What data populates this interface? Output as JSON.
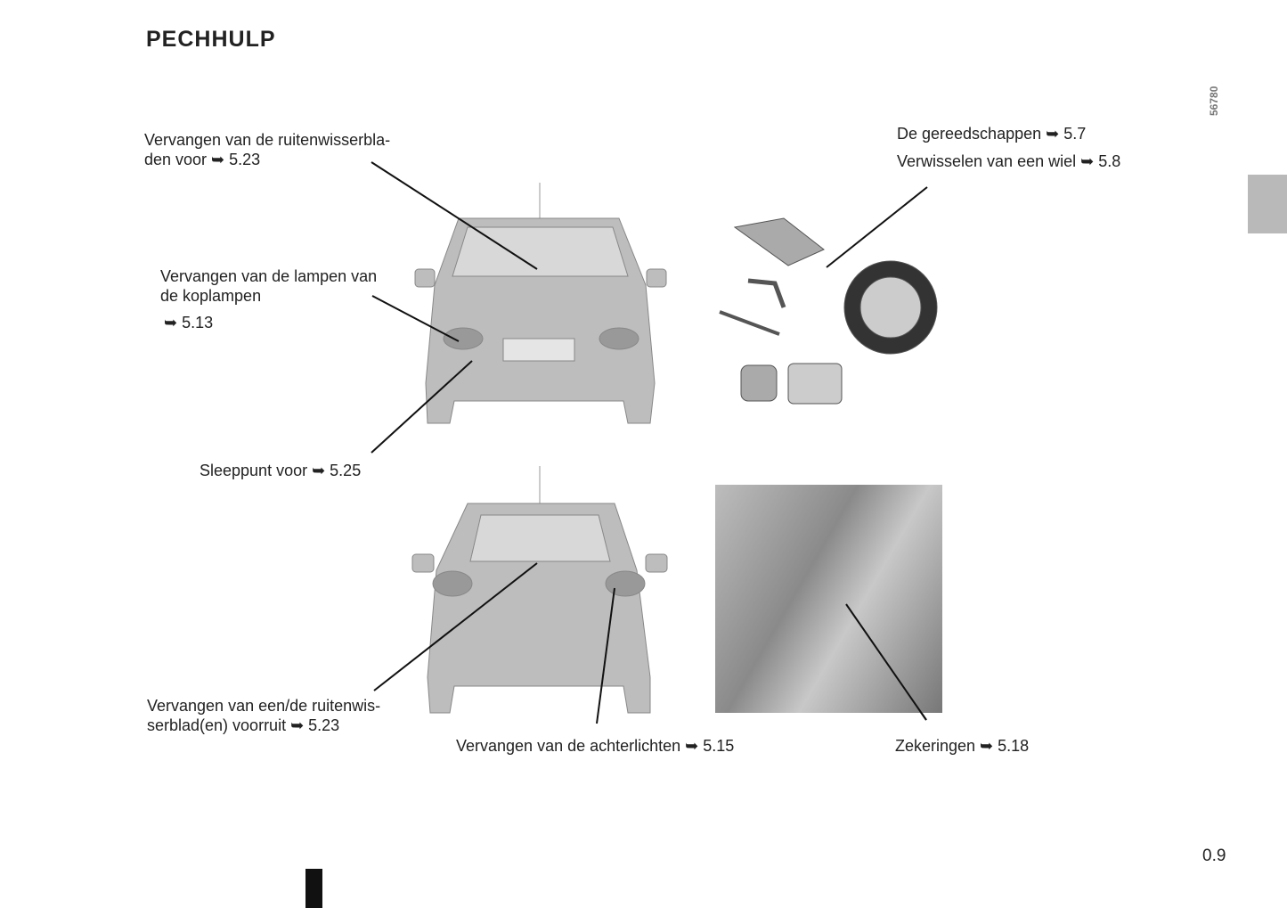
{
  "title": "PECHHULP",
  "image_code": "56780",
  "page_number": "0.9",
  "labels": {
    "wipers_front_l1": "Vervangen van de ruitenwisserbla-",
    "wipers_front_l2": "den voor ➥ 5.23",
    "headlamps_l1": "Vervangen van de lampen van",
    "headlamps_l2": "de koplampen",
    "headlamps_l3": "➥ 5.13",
    "tow_front": "Sleeppunt voor ➥ 5.25",
    "tools": "De gereedschappen ➥ 5.7",
    "wheel": "Verwisselen van een wiel ➥ 5.8",
    "wiper_rear_l1": "Vervangen van een/de ruitenwis-",
    "wiper_rear_l2": "serblad(en) voorruit  ➥ 5.23",
    "rear_lights": "Vervangen van de achterlichten ➥ 5.15",
    "fuses": "Zekeringen ➥ 5.18"
  }
}
